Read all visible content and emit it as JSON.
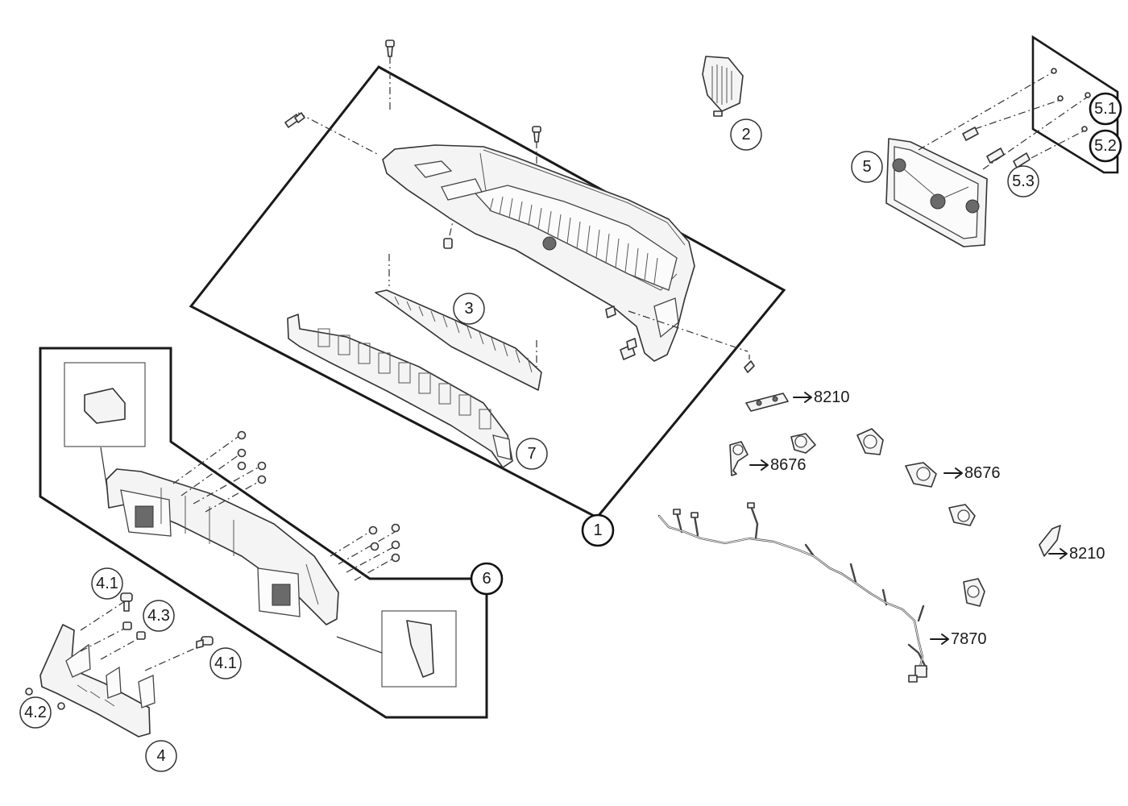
{
  "callouts": {
    "c1": "1",
    "c2": "2",
    "c3": "3",
    "c4": "4",
    "c4_1a": "4.1",
    "c4_1b": "4.1",
    "c4_2": "4.2",
    "c4_3": "4.3",
    "c5": "5",
    "c5_1": "5.1",
    "c5_2": "5.2",
    "c5_3": "5.3",
    "c6": "6",
    "c7": "7"
  },
  "references": {
    "r8210a": "8210",
    "r8676a": "8676",
    "r8676b": "8676",
    "r8210b": "8210",
    "r7870": "7870"
  }
}
